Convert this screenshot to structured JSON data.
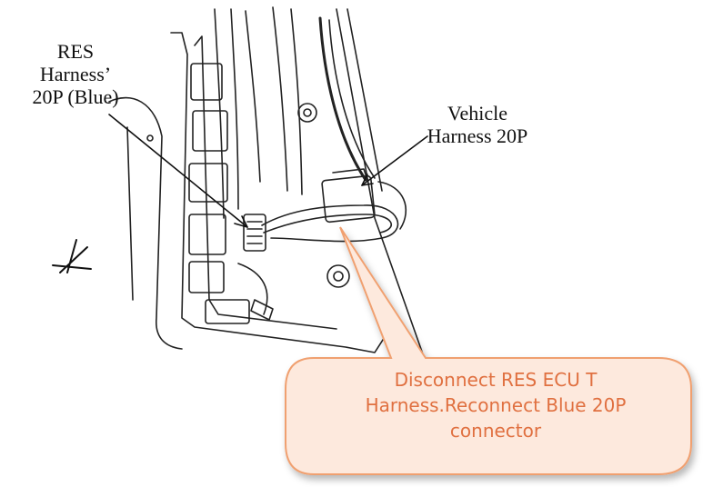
{
  "labels": {
    "res_harness": [
      "RES",
      "Harness’",
      "20P (Blue)"
    ],
    "vehicle_harness": [
      "Vehicle",
      "Harness 20P"
    ]
  },
  "callout": {
    "lines": [
      "Disconnect RES ECU T",
      "Harness.Reconnect Blue 20P",
      "connector"
    ]
  },
  "colors": {
    "callout_stroke": "#f0a070",
    "callout_fill": "#fde9dd",
    "callout_text": "#e07040",
    "line_art": "#222222"
  }
}
